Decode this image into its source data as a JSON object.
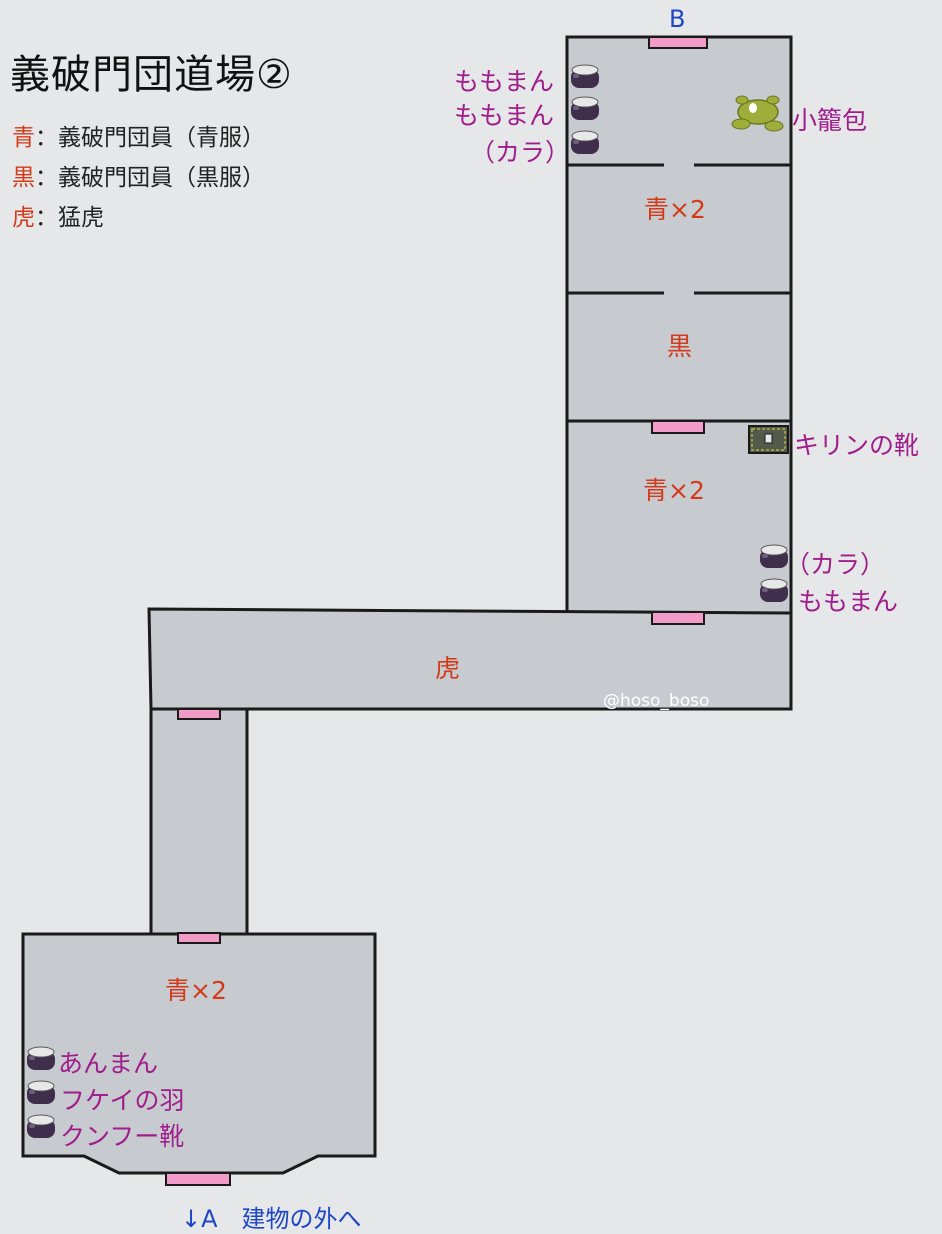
{
  "title": "義破門団道場②",
  "legend": [
    {
      "key": "青",
      "sep": "：",
      "text": "義破門団員（青服）"
    },
    {
      "key": "黒",
      "sep": "：",
      "text": "義破門団員（黒服）"
    },
    {
      "key": "虎",
      "sep": "：",
      "text": "猛虎"
    }
  ],
  "exits": {
    "top": "B",
    "bottom": "↓A　建物の外へ"
  },
  "rooms": {
    "room2": "青×2",
    "room3": "黒",
    "room4": "青×2",
    "corridor": "虎",
    "bottom_room": "青×2"
  },
  "items": {
    "top_left": [
      "ももまん",
      "ももまん",
      "（カラ）"
    ],
    "top_right": "小籠包",
    "chest": "キリンの靴",
    "mid_right": [
      "（カラ）",
      "ももまん"
    ],
    "bottom_left": [
      "あんまん",
      "フケイの羽",
      "クンフー靴"
    ]
  },
  "watermark": "@hoso_boso",
  "colors": {
    "floor": "#c7cbcf",
    "wall": "#1a1a1a",
    "door": "#f29bc8",
    "enemy_text": "#d23a1a",
    "item_text": "#a01d8c",
    "exit_text": "#1f47c5",
    "jar": "#3f2e4c",
    "jar_lid": "#e8e8e8",
    "chest": "#55594a",
    "dumpling": "#9fae3a"
  }
}
